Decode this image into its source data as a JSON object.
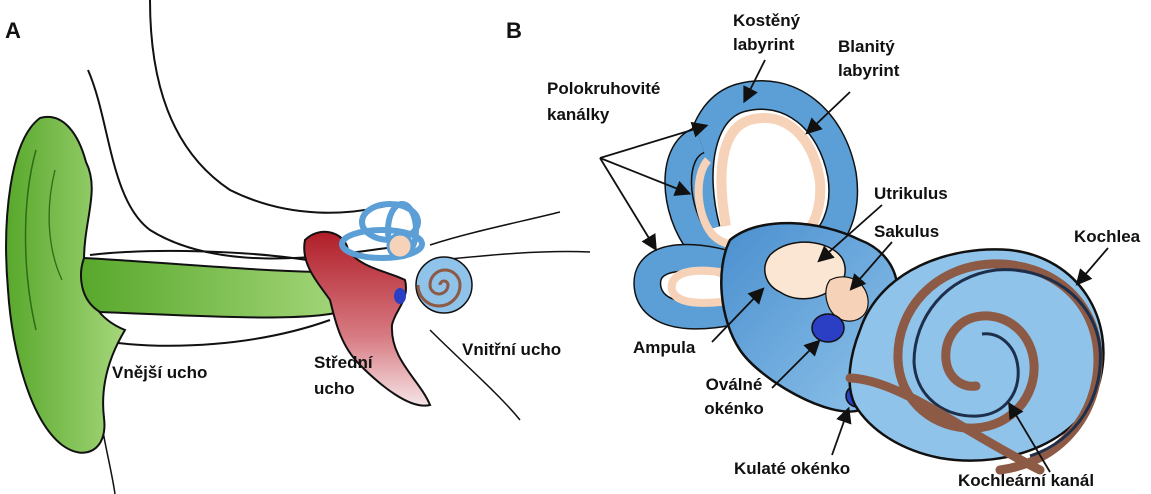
{
  "panels": {
    "a": "A",
    "b": "B"
  },
  "labels": {
    "outer_ear": "Vnější ucho",
    "middle_ear_1": "Střední",
    "middle_ear_2": "ucho",
    "inner_ear": "Vnitřní ucho",
    "bony_lab_1": "Kostěný",
    "bony_lab_2": "labyrint",
    "membr_lab_1": "Blanitý",
    "membr_lab_2": "labyrint",
    "semicirc_1": "Polokruhovité",
    "semicirc_2": "kanálky",
    "utriculus": "Utrikulus",
    "sacculus": "Sakulus",
    "cochlea": "Kochlea",
    "ampulla": "Ampula",
    "oval_1": "Oválné",
    "oval_2": "okénko",
    "round_window": "Kulaté okénko",
    "cochlear_canal": "Kochleární kanál"
  },
  "colors": {
    "outer_ear": "#7ac143",
    "middle_ear": "#b5262e",
    "bony_labyrinth": "#5b9fd6",
    "membranous_labyrinth": "#f6d3b8",
    "window": "#2a3fc4",
    "cochlear_duct": "#8c5a45"
  }
}
